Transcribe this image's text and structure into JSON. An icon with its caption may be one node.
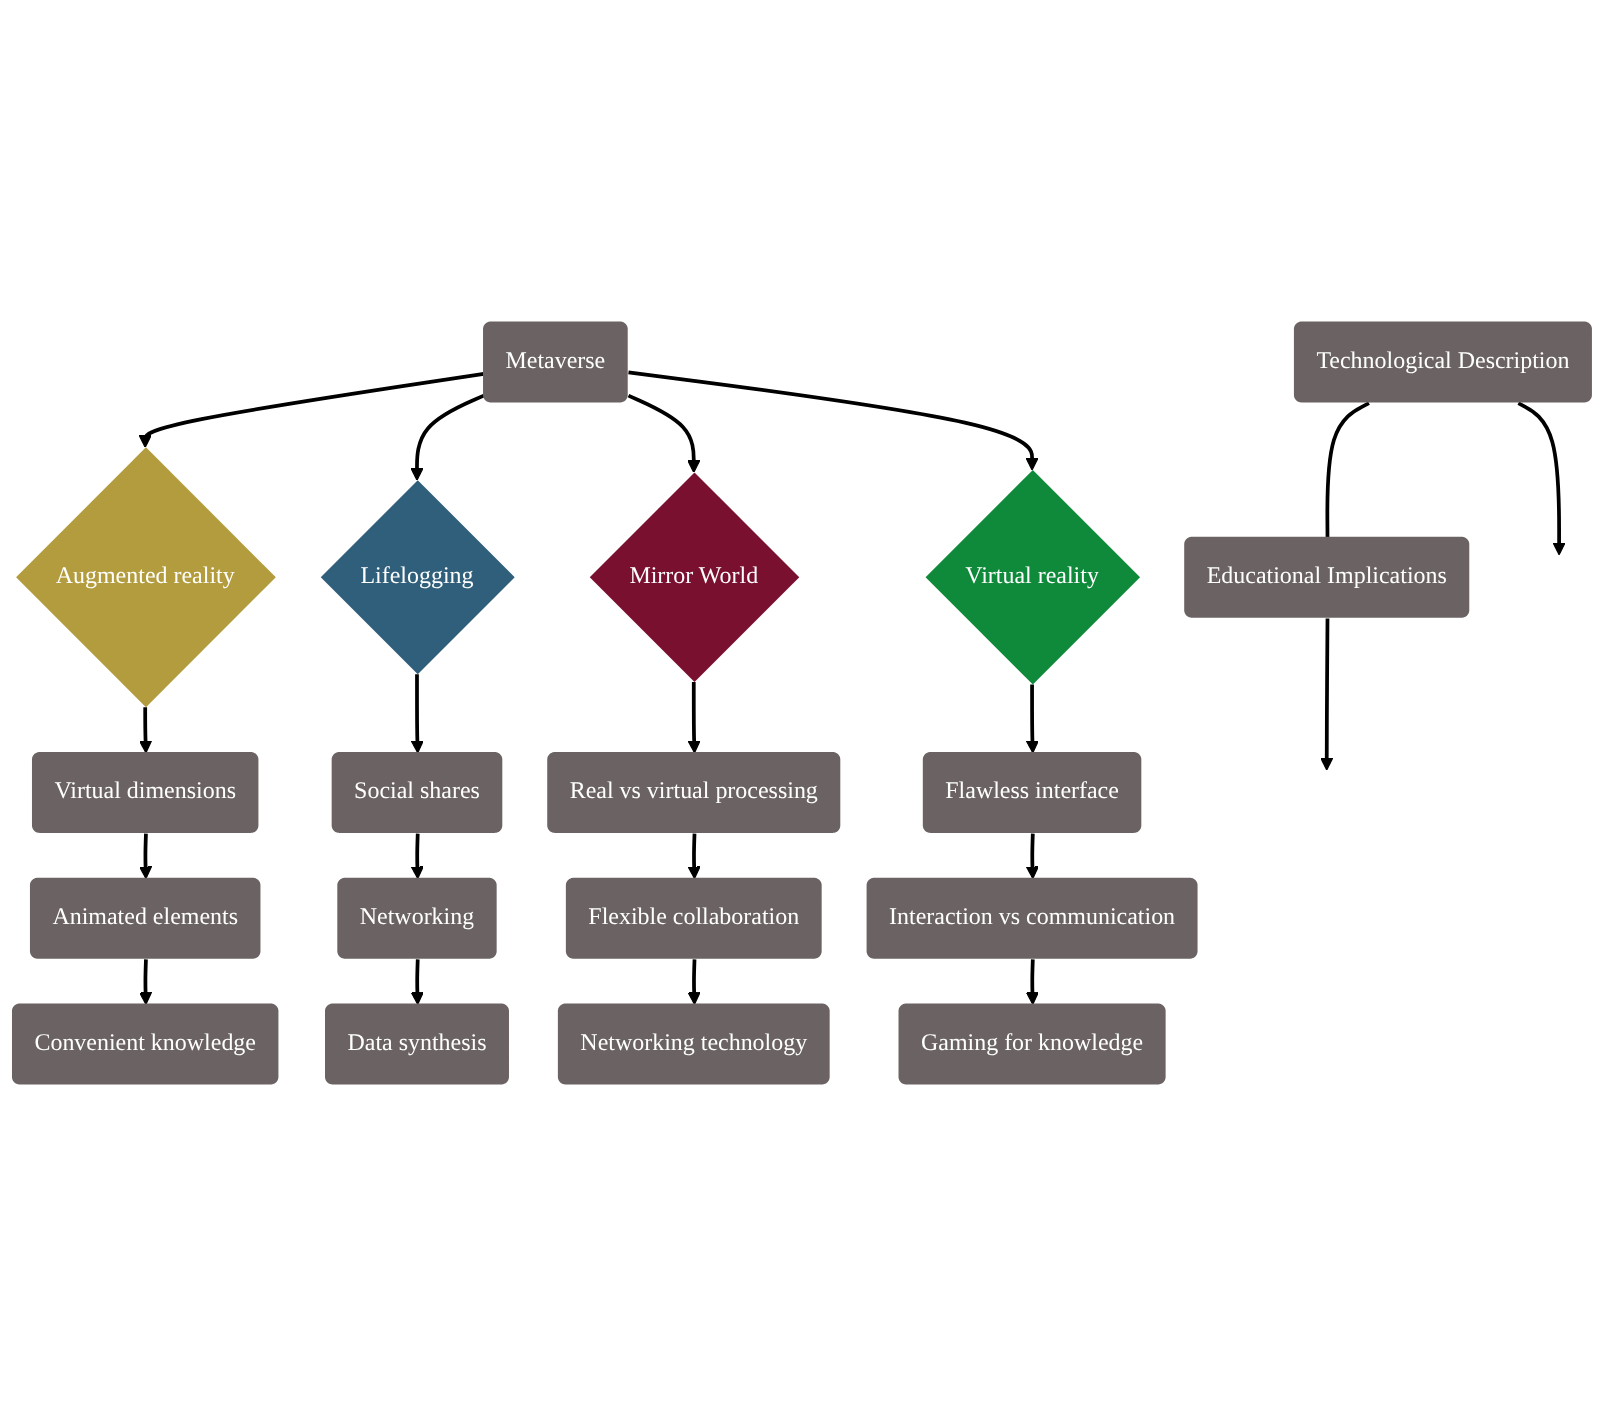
{
  "diagram": {
    "nodes": [
      {
        "text": [
          "Metaverse"
        ]
      },
      {
        "text": [
          "Augmented reality"
        ]
      },
      {
        "text": [
          "Lifelogging"
        ]
      },
      {
        "text": [
          "Mirror World"
        ]
      },
      {
        "text": [
          "Virtual reality"
        ]
      },
      {
        "text": [
          "Virtual dimensions"
        ]
      },
      {
        "text": [
          "Animated elements"
        ]
      },
      {
        "text": [
          "Convenient knowledge"
        ]
      },
      {
        "text": [
          "Social shares"
        ]
      },
      {
        "text": [
          "Networking"
        ]
      },
      {
        "text": [
          "Data synthesis"
        ]
      },
      {
        "text": [
          "Real vs virtual processing"
        ]
      },
      {
        "text": [
          "Flexible collaboration"
        ]
      },
      {
        "text": [
          "Networking technology"
        ]
      },
      {
        "text": [
          "Flawless interface"
        ]
      },
      {
        "text": [
          "Interaction vs communication"
        ]
      },
      {
        "text": [
          "Gaming for knowledge"
        ]
      },
      {
        "text": [
          "Technological Description"
        ]
      },
      {
        "text": [
          "Educational Implications"
        ]
      }
    ],
    "edges": [
      {
        "from": 0,
        "to": 1,
        "arrow": "to"
      },
      {
        "from": 0,
        "to": 2,
        "arrow": "to"
      },
      {
        "from": 0,
        "to": 3,
        "arrow": "to"
      },
      {
        "from": 0,
        "to": 4,
        "arrow": "to"
      },
      {
        "from": 1,
        "to": 5,
        "arrow": "to"
      },
      {
        "from": 5,
        "to": 6,
        "arrow": "to"
      },
      {
        "from": 6,
        "to": 7,
        "arrow": "to"
      },
      {
        "from": 2,
        "to": 8,
        "arrow": "to"
      },
      {
        "from": 8,
        "to": 9,
        "arrow": "to"
      },
      {
        "from": 9,
        "to": 10,
        "arrow": "to"
      },
      {
        "from": 3,
        "to": 11,
        "arrow": "to"
      },
      {
        "from": 11,
        "to": 12,
        "arrow": "to"
      },
      {
        "from": 12,
        "to": 13,
        "arrow": "to"
      },
      {
        "from": 4,
        "to": 14,
        "arrow": "to"
      },
      {
        "from": 14,
        "to": 15,
        "arrow": "to"
      },
      {
        "from": 15,
        "to": 16,
        "arrow": "to"
      },
      {
        "from": 17,
        "to": 18,
        "arrow": "none"
      },
      {
        "from": 17,
        "to": null,
        "arrow": "to"
      },
      {
        "from": 18,
        "to": null,
        "arrow": "to"
      }
    ]
  }
}
